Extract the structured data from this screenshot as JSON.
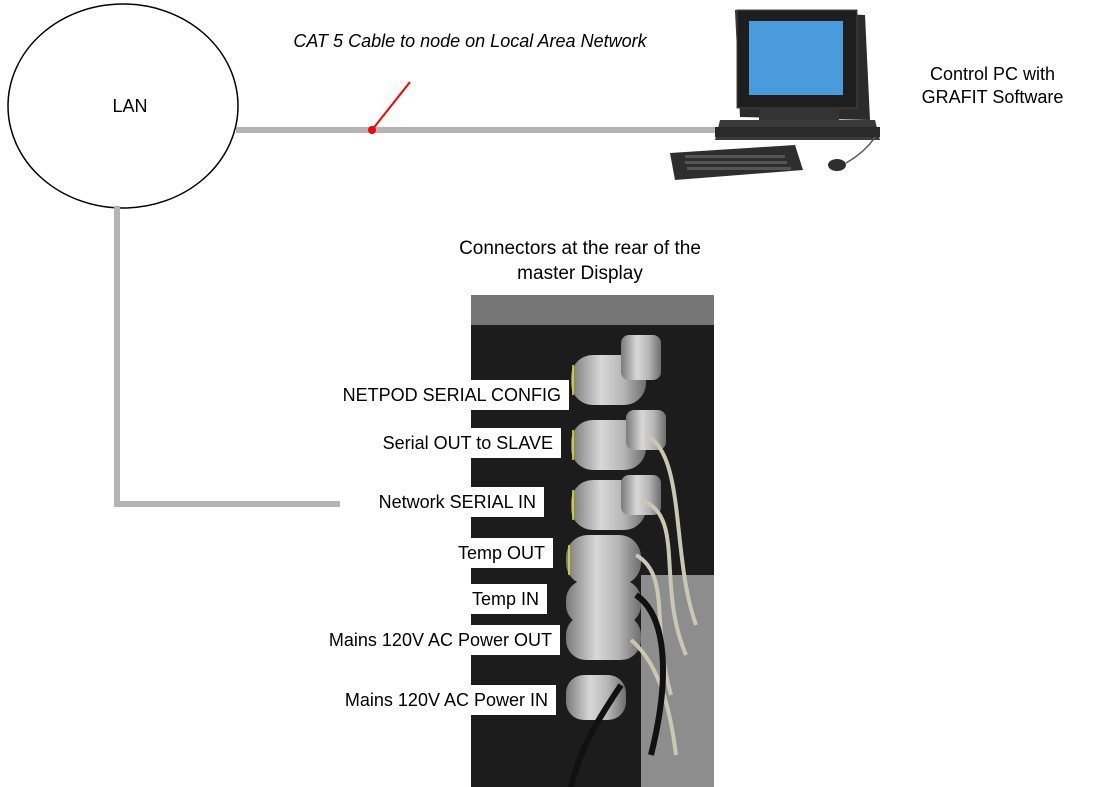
{
  "lan": {
    "label": "LAN"
  },
  "cable": {
    "label": "CAT 5 Cable to node on Local Area Network"
  },
  "pc": {
    "label_line1": "Control PC with",
    "label_line2": "GRAFIT Software"
  },
  "photo": {
    "title_line1": "Connectors at the rear of the",
    "title_line2": "master Display"
  },
  "connectors": [
    {
      "label": "NETPOD SERIAL CONFIG"
    },
    {
      "label": "Serial OUT to SLAVE"
    },
    {
      "label": "Network SERIAL IN"
    },
    {
      "label": "Temp OUT"
    },
    {
      "label": "Temp IN"
    },
    {
      "label": "Mains 120V AC Power OUT"
    },
    {
      "label": "Mains 120V AC Power IN"
    }
  ],
  "colors": {
    "cable": "#b4b4b4",
    "pointer": "#ff0000",
    "monitor_screen": "#4a9bdc"
  }
}
